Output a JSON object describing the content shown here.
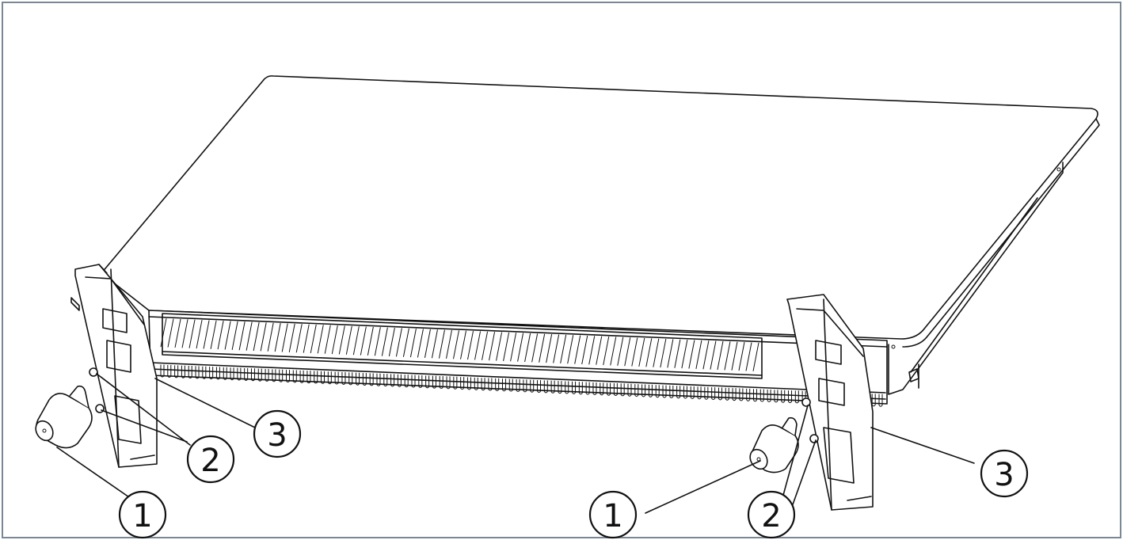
{
  "callouts": [
    {
      "id": "left-1",
      "label": "1"
    },
    {
      "id": "left-2",
      "label": "2"
    },
    {
      "id": "left-3",
      "label": "3"
    },
    {
      "id": "right-1",
      "label": "1"
    },
    {
      "id": "right-2",
      "label": "2"
    },
    {
      "id": "right-3",
      "label": "3"
    }
  ],
  "colors": {
    "ink": "#111111",
    "paper": "#ffffff",
    "frame": "#7a8794"
  }
}
